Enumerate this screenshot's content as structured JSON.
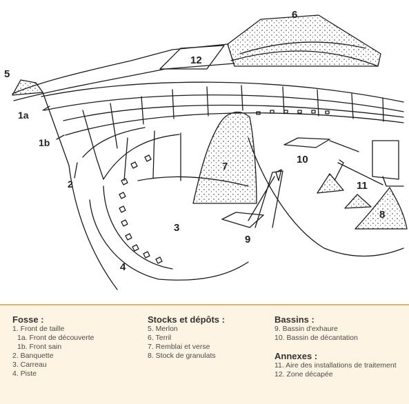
{
  "diagram": {
    "labels": {
      "n1a": "1a",
      "n1b": "1b",
      "n2": "2",
      "n3": "3",
      "n4": "4",
      "n5": "5",
      "n6": "6",
      "n7": "7",
      "n8": "8",
      "n9": "9",
      "n10": "10",
      "n11": "11",
      "n12": "12"
    }
  },
  "legend": {
    "fosse": {
      "title": "Fosse :",
      "items": [
        "1. Front de taille",
        "1a. Front de découverte",
        "1b. Front sain",
        "2. Banquette",
        "3. Carreau",
        "4. Piste"
      ]
    },
    "stocks": {
      "title": "Stocks et dépôts :",
      "items": [
        "5. Merlon",
        "6. Terril",
        "7. Remblai et verse",
        "8. Stock de granulats"
      ]
    },
    "bassins": {
      "title": "Bassins :",
      "items": [
        "9. Bassin d'exhaure",
        "10. Bassin de décantation"
      ]
    },
    "annexes": {
      "title": "Annexes :",
      "items": [
        "11. Aire des installations de traitement",
        "12. Zone décapée"
      ]
    },
    "colors": {
      "background": "#fdf4e4",
      "border": "#e3ae6a"
    }
  }
}
